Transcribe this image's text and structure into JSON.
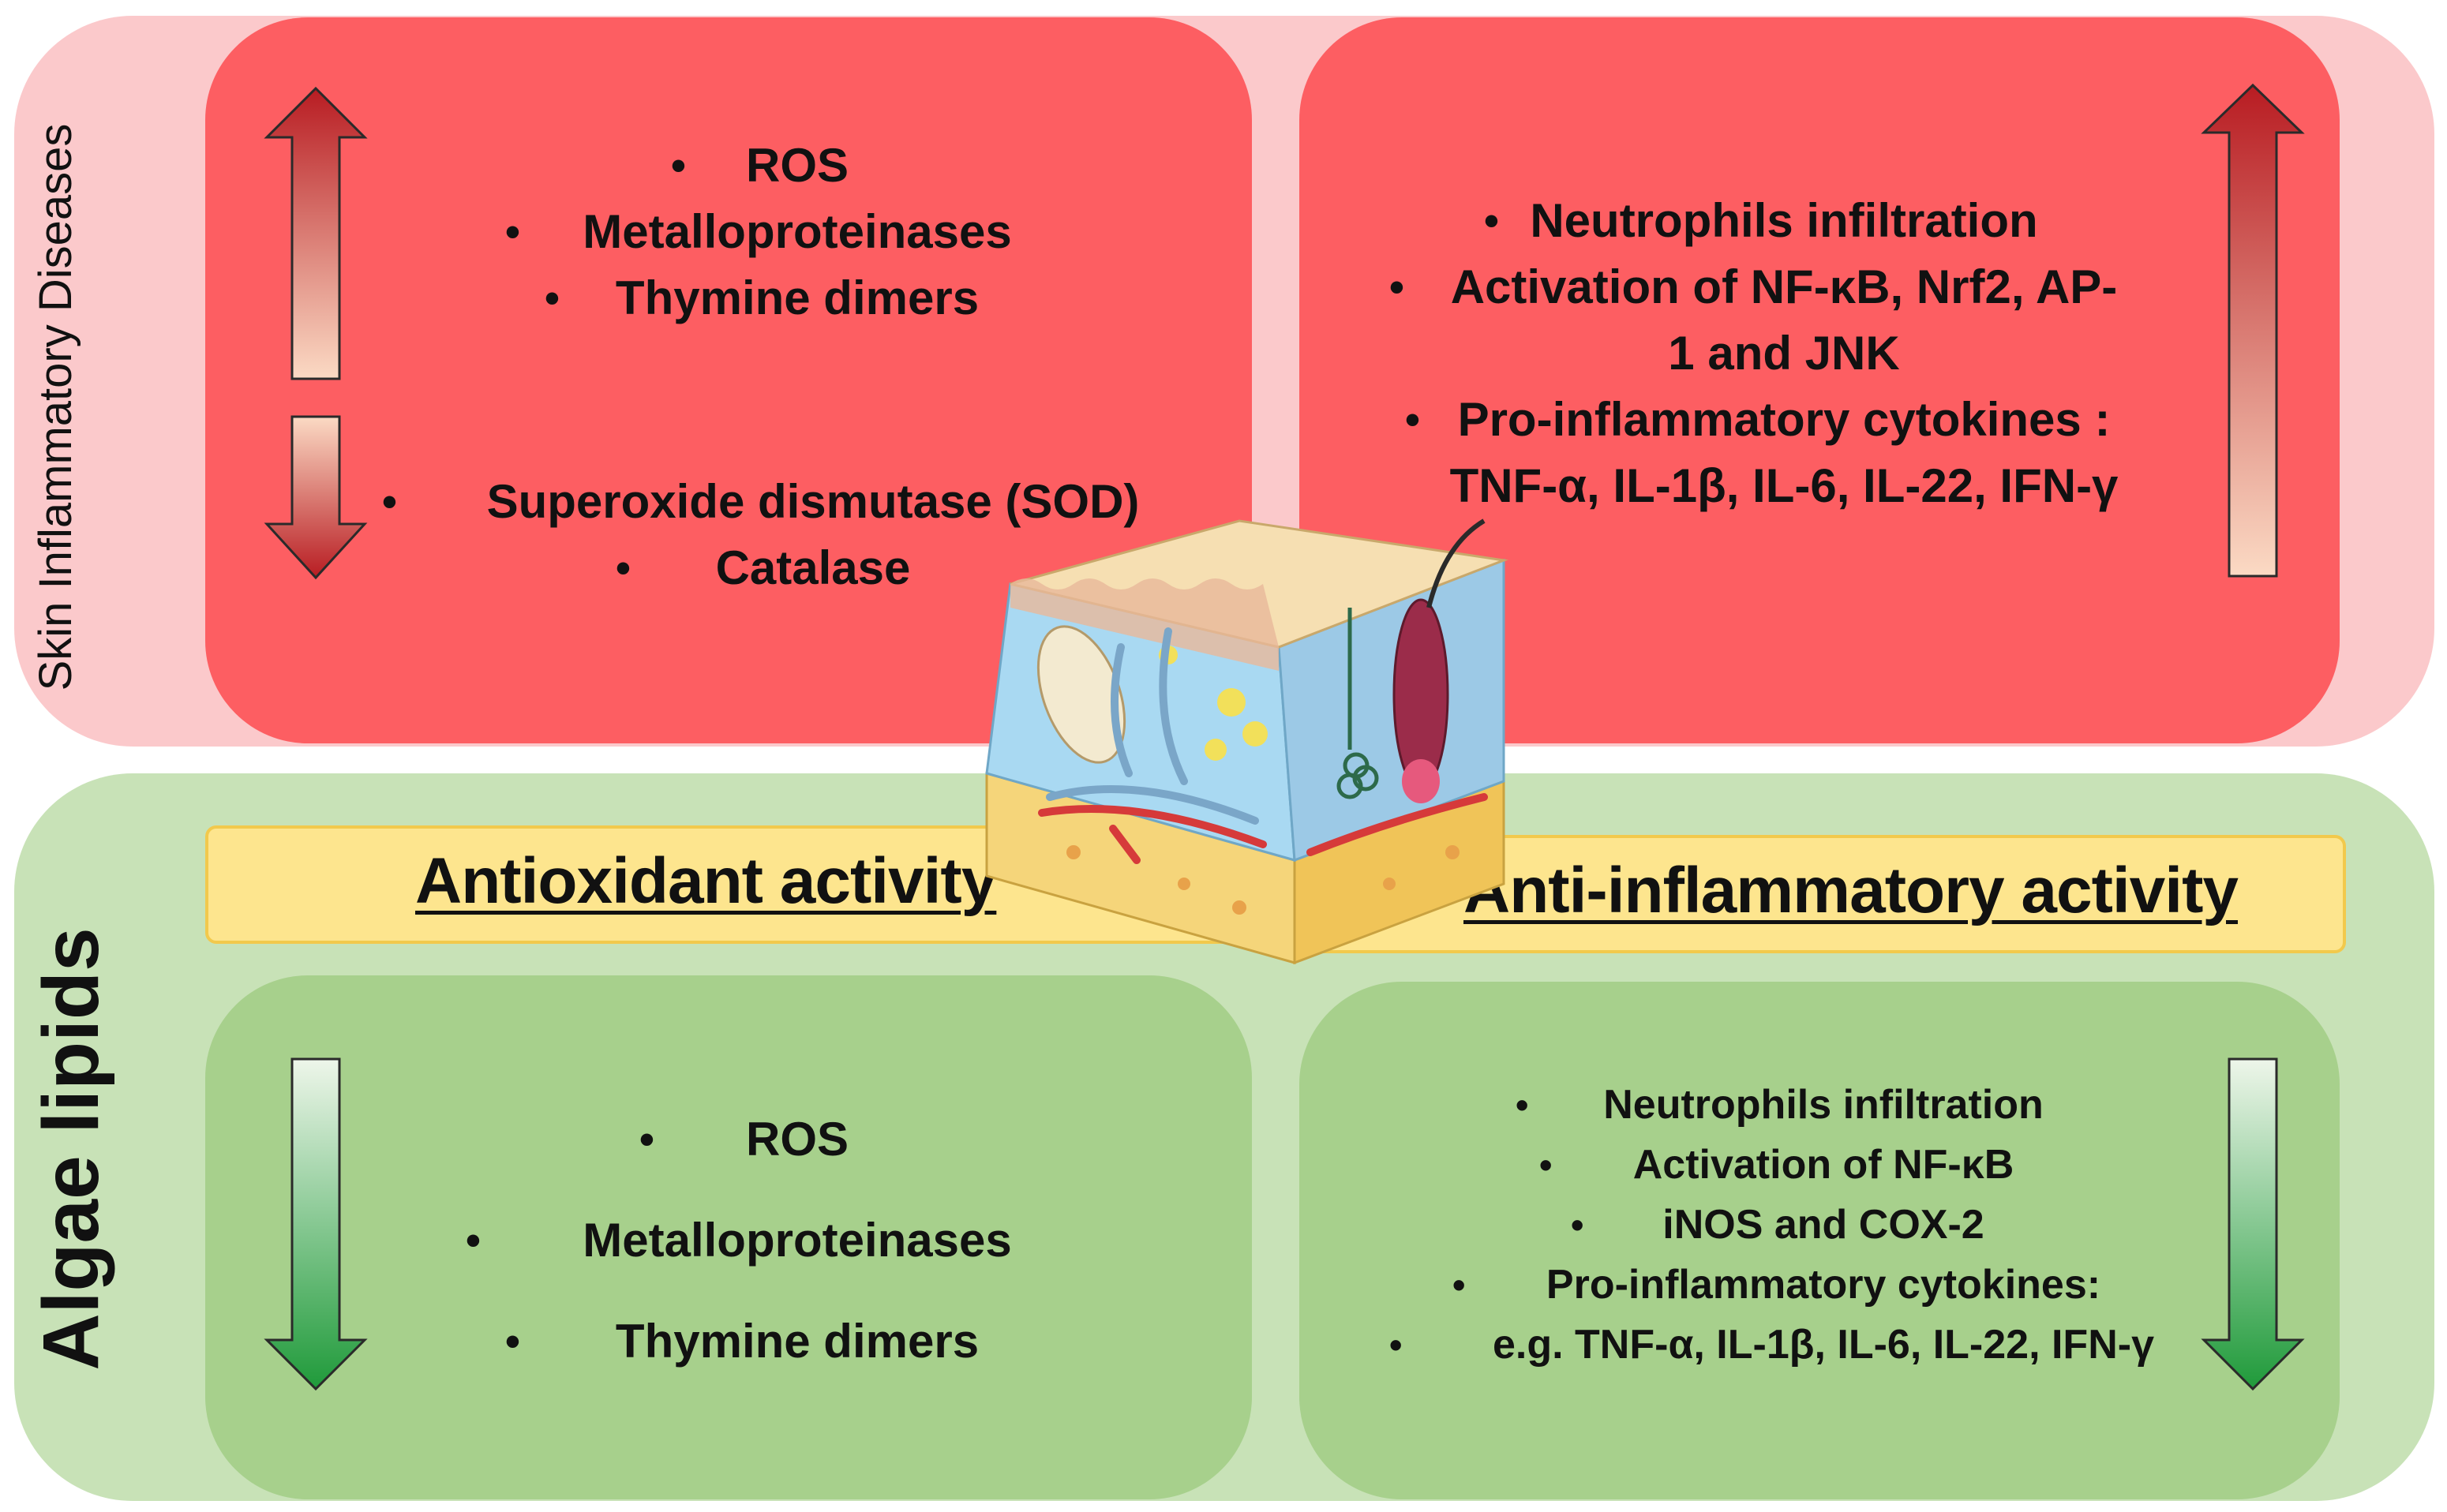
{
  "side_labels": {
    "top": "Skin Inflammatory Diseases",
    "bottom": "Algae lipids"
  },
  "disease": {
    "oxidative_up": [
      "ROS",
      "Metalloproteinases",
      "Thymine dimers"
    ],
    "oxidative_down": [
      "Superoxide dismutase (SOD)",
      "Catalase"
    ],
    "inflammatory_up": [
      "Neutrophils infiltration",
      "Activation of NF-κB, Nrf2, AP-",
      "1 and JNK",
      "Pro-inflammatory cytokines :",
      "TNF-α, IL-1β, IL-6, IL-22, IFN-γ"
    ]
  },
  "banners": {
    "antioxidant": "Antioxidant activity",
    "anti_inflammatory": "Anti-inflammatory activity"
  },
  "algae": {
    "oxidative_down": [
      "ROS",
      "Metalloproteinases",
      "Thymine dimers"
    ],
    "inflammatory_down": [
      "Neutrophils infiltration",
      "Activation of NF-κB",
      "iNOS and COX-2",
      "Pro-inflammatory cytokines:",
      "e.g. TNF-α, IL-1β, IL-6, IL-22, IFN-γ"
    ]
  },
  "colors": {
    "disease_panel": "#fbc9cb",
    "disease_box": "#fd5e62",
    "algae_panel": "#c8e2b7",
    "algae_box": "#a7d08c",
    "banner": "#fde58e",
    "arrow_red": "#c0242a",
    "arrow_green": "#2a9a40"
  },
  "icons": {
    "increase_arrow": "arrow-up-icon",
    "decrease_arrow": "arrow-down-icon",
    "skin": "skin-cross-section-icon"
  }
}
